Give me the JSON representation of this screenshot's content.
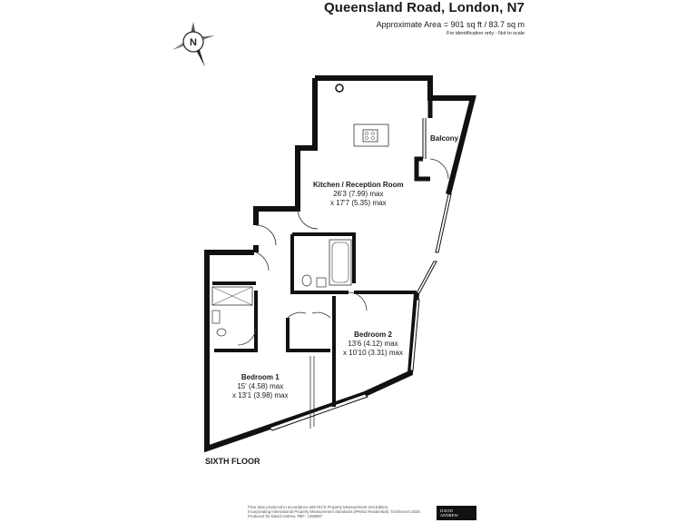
{
  "header": {
    "title": "Queensland Road, London, N7",
    "area": "Approximate Area = 901 sq ft / 83.7 sq m",
    "note": "For identification only - Not to scale"
  },
  "compass": {
    "label": "N"
  },
  "rooms": {
    "kitchen": {
      "name": "Kitchen / Reception Room",
      "dim1": "26'3 (7.99) max",
      "dim2": "x 17'7 (5.35) max"
    },
    "balcony": {
      "name": "Balcony"
    },
    "bedroom2": {
      "name": "Bedroom 2",
      "dim1": "13'6 (4.12) max",
      "dim2": "x 10'10 (3.31) max"
    },
    "bedroom1": {
      "name": "Bedroom 1",
      "dim1": "15' (4.58) max",
      "dim2": "x 13'1 (3.98) max"
    }
  },
  "floor_label": "SIXTH FLOOR",
  "footer": {
    "line1": "Floor plan produced in accordance with RICS Property Measurement 2nd Edition,",
    "line2": "Incorporating International Property Measurement Standards (IPMS2 Residential). ©nichecom 2025.",
    "line3": "Produced for David Andrew.   REF: 1358897"
  },
  "brand": {
    "line1": "DAVID",
    "line2": "ANDREW"
  },
  "colors": {
    "wall": "#111111",
    "line": "#333333"
  }
}
